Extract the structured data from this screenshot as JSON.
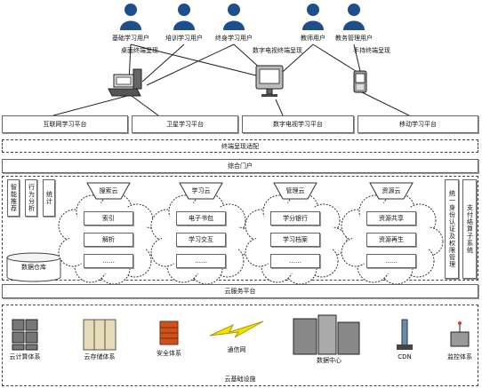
{
  "users": [
    {
      "label": "基础学习用户"
    },
    {
      "label": "培训学习用户"
    },
    {
      "label": "终身学习用户"
    },
    {
      "label": "教师用户"
    },
    {
      "label": "教务管理用户"
    }
  ],
  "terminals": {
    "desktop": "桌面终端呈现",
    "tv": "数字电视终端呈现",
    "handheld": "手持终端呈现"
  },
  "platforms": [
    "互联网学习平台",
    "卫星学习平台",
    "数字电视学习平台",
    "移动学习平台"
  ],
  "adapter": "终端呈现适配",
  "portal": "综合门户",
  "left_boxes": [
    "智能推荐",
    "行为分析",
    "统计"
  ],
  "data_warehouse": "数据仓库",
  "clouds": [
    {
      "title": "搜索云",
      "items": [
        "索引",
        "解析",
        "……"
      ]
    },
    {
      "title": "学习云",
      "items": [
        "电子书包",
        "学习交互",
        "……"
      ]
    },
    {
      "title": "管理云",
      "items": [
        "学分银行",
        "学习档案",
        "……"
      ]
    },
    {
      "title": "资源云",
      "items": [
        "资源共享",
        "资源再生",
        "……"
      ]
    }
  ],
  "right_boxes": [
    "统一身份认证及权限管理",
    "支付结算子系统"
  ],
  "cloud_service_platform": "云服务平台",
  "infrastructure": {
    "title": "云基础设施",
    "items": [
      "云计算体系",
      "云存储体系",
      "安全体系",
      "通信网",
      "数据中心",
      "CDN",
      "监控体系"
    ]
  },
  "colors": {
    "user": "#1f4e8c",
    "bolt": "#f5e000",
    "firewall": "#d0521b"
  }
}
